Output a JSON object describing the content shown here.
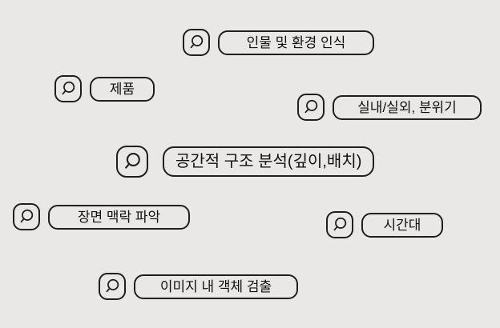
{
  "background_color": "#e9e8e6",
  "border_color": "#1f1f1f",
  "text_color": "#111111",
  "icon": {
    "name": "magnifier-icon"
  },
  "items": [
    {
      "label": "인물 및 환경 인식"
    },
    {
      "label": "제품"
    },
    {
      "label": "실내/실외, 분위기"
    },
    {
      "label": "공간적 구조 분석(깊이,배치)"
    },
    {
      "label": "장면 맥락 파악"
    },
    {
      "label": "시간대"
    },
    {
      "label": "이미지 내 객체 검출"
    }
  ]
}
